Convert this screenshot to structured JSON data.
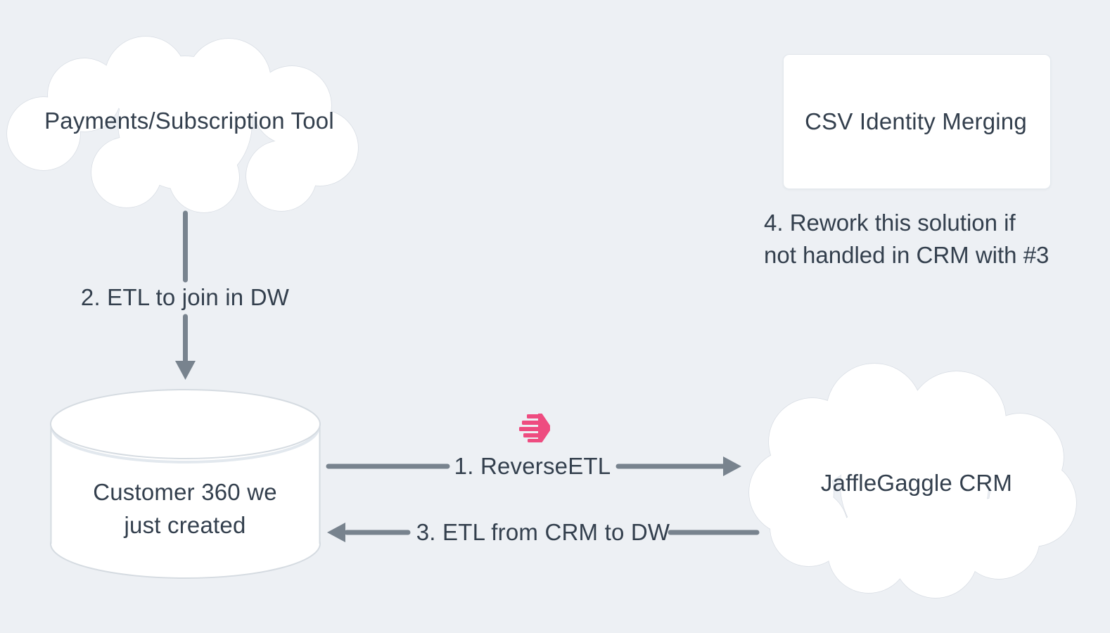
{
  "title": "Customer 360 data flow diagram",
  "colors": {
    "background": "#edf0f4",
    "node_fill": "#ffffff",
    "node_border": "#d8dde4",
    "arrow": "#78838e",
    "text": "#333f4d",
    "accent_pink": "#ee4c80"
  },
  "nodes": {
    "payments_cloud": {
      "shape": "cloud",
      "label": "Payments/Subscription Tool"
    },
    "csv_box": {
      "shape": "rectangle",
      "label": "CSV Identity Merging"
    },
    "warehouse_db": {
      "shape": "cylinder",
      "label_line1": "Customer 360 we",
      "label_line2": "just created"
    },
    "crm_cloud": {
      "shape": "cloud",
      "label": "JaffleGaggle CRM"
    }
  },
  "edges": {
    "etl_join": {
      "label": "2. ETL to join in DW",
      "from": "payments_cloud",
      "to": "warehouse_db",
      "direction": "down"
    },
    "reverse_etl": {
      "label": "1. ReverseETL",
      "from": "warehouse_db",
      "to": "crm_cloud",
      "direction": "right",
      "icon": "hightouch-logo"
    },
    "etl_from_crm": {
      "label": "3. ETL from CRM to DW",
      "from": "crm_cloud",
      "to": "warehouse_db",
      "direction": "left"
    }
  },
  "annotations": {
    "note4": {
      "line1": "4. Rework this solution if",
      "line2": "not handled in CRM with #3"
    }
  }
}
